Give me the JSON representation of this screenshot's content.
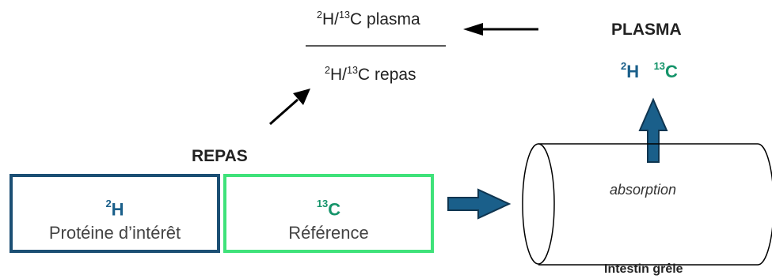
{
  "ratio": {
    "numerator": {
      "sup1": "2",
      "base1": "H/",
      "sup2": "13",
      "base2": "C plasma"
    },
    "denominator": {
      "sup1": "2",
      "base1": "H/",
      "sup2": "13",
      "base2": "C repas"
    }
  },
  "plasma": {
    "title": "PLASMA",
    "h": {
      "sup": "2",
      "sym": "H"
    },
    "c": {
      "sup": "13",
      "sym": "C"
    }
  },
  "repas": {
    "title": "REPAS"
  },
  "box_protein": {
    "sup": "2",
    "sym": "H",
    "label": "Protéine d’intérêt"
  },
  "box_reference": {
    "sup": "13",
    "sym": "C",
    "label": "Référence"
  },
  "intestine": {
    "process": "absorption",
    "label": "Intestin grêle"
  },
  "colors": {
    "deuterium": "#1a5f8a",
    "carbon13": "#15946a",
    "protein_border": "#1b4f74",
    "reference_border": "#3fe27a",
    "arrow_fill": "#1a5f8a"
  }
}
